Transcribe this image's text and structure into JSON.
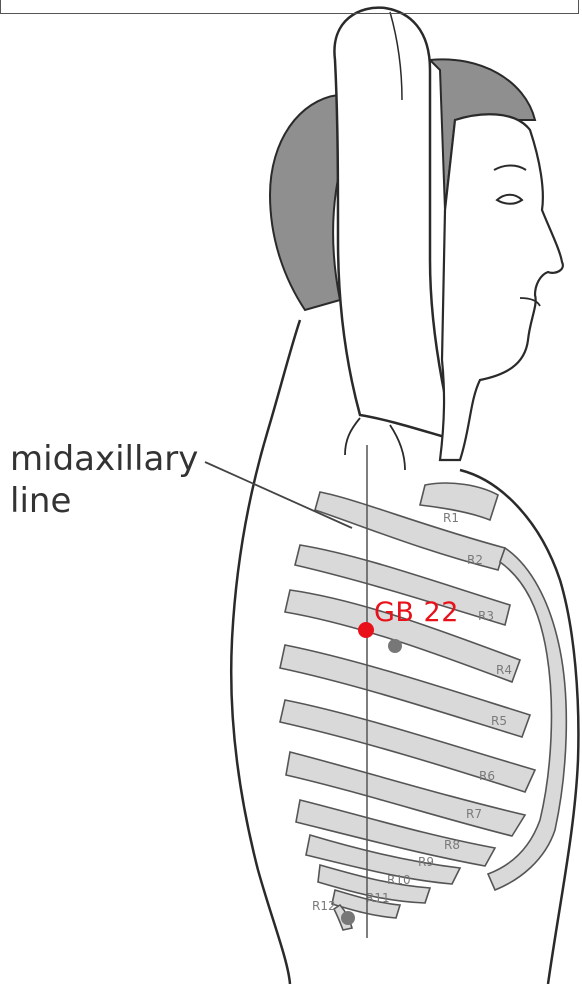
{
  "labels": {
    "line_label_1": "midaxillary",
    "line_label_2": "line",
    "point": "GB 22"
  },
  "ribs": [
    "R1",
    "R2",
    "R3",
    "R4",
    "R5",
    "R6",
    "R7",
    "R8",
    "R9",
    "R10",
    "R11",
    "R12"
  ],
  "colors": {
    "point": "#e8111a",
    "rib_fill": "#d9d9d9",
    "outline": "#2a2a2a",
    "hair": "#8f8f8f",
    "marker_gray": "#777777"
  }
}
